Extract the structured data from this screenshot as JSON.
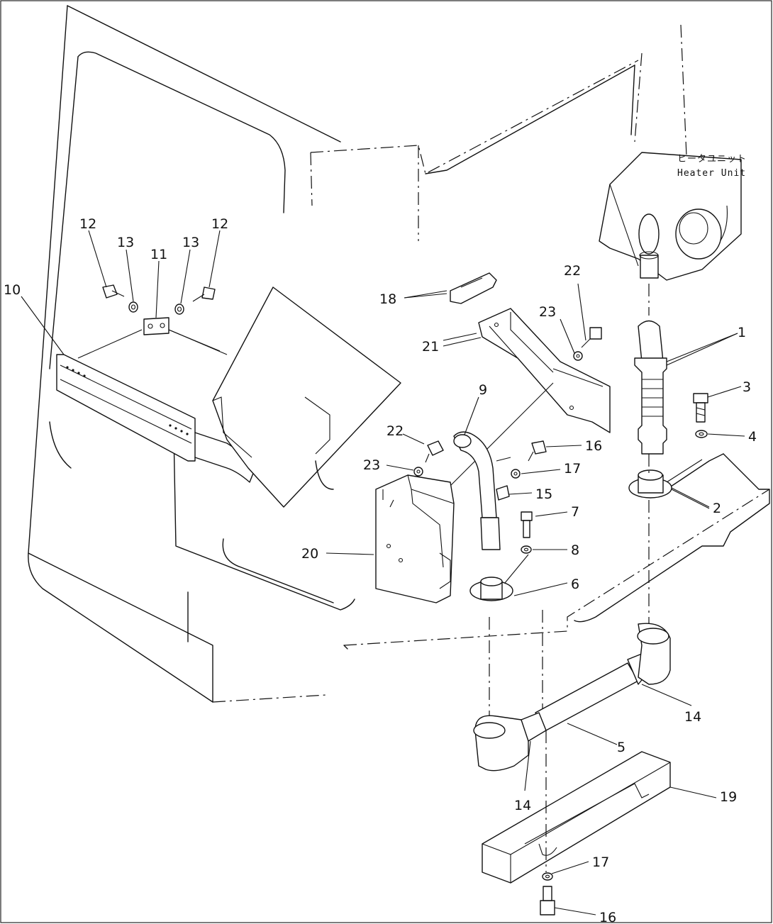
{
  "diagram": {
    "caption_jp": "ヒータユニット",
    "caption_en": "Heater Unit",
    "callouts": [
      {
        "id": "c1",
        "text": "1"
      },
      {
        "id": "c2",
        "text": "2"
      },
      {
        "id": "c3",
        "text": "3"
      },
      {
        "id": "c4",
        "text": "4"
      },
      {
        "id": "c5",
        "text": "5"
      },
      {
        "id": "c6",
        "text": "6"
      },
      {
        "id": "c7",
        "text": "7"
      },
      {
        "id": "c8",
        "text": "8"
      },
      {
        "id": "c9",
        "text": "9"
      },
      {
        "id": "c10",
        "text": "10"
      },
      {
        "id": "c11",
        "text": "11"
      },
      {
        "id": "c12a",
        "text": "12"
      },
      {
        "id": "c12b",
        "text": "12"
      },
      {
        "id": "c13a",
        "text": "13"
      },
      {
        "id": "c13b",
        "text": "13"
      },
      {
        "id": "c14a",
        "text": "14"
      },
      {
        "id": "c14b",
        "text": "14"
      },
      {
        "id": "c15",
        "text": "15"
      },
      {
        "id": "c16a",
        "text": "16"
      },
      {
        "id": "c16b",
        "text": "16"
      },
      {
        "id": "c17a",
        "text": "17"
      },
      {
        "id": "c17b",
        "text": "17"
      },
      {
        "id": "c18",
        "text": "18"
      },
      {
        "id": "c19",
        "text": "19"
      },
      {
        "id": "c20",
        "text": "20"
      },
      {
        "id": "c21",
        "text": "21"
      },
      {
        "id": "c22a",
        "text": "22"
      },
      {
        "id": "c22b",
        "text": "22"
      },
      {
        "id": "c23a",
        "text": "23"
      },
      {
        "id": "c23b",
        "text": "23"
      }
    ]
  }
}
